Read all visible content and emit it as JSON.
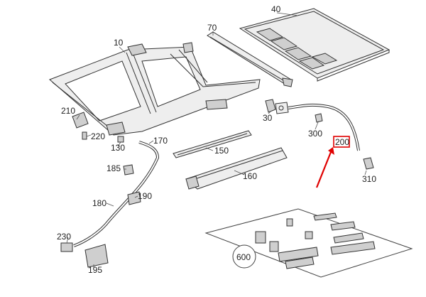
{
  "diagram": {
    "labels": {
      "p10": "10",
      "p30": "30",
      "p40": "40",
      "p70": "70",
      "p130": "130",
      "p150": "150",
      "p160": "160",
      "p170": "170",
      "p180": "180",
      "p185": "185",
      "p190": "190",
      "p195": "195",
      "p200": "200",
      "p210": "210",
      "p220": "220",
      "p230": "230",
      "p300": "300",
      "p310": "310",
      "p600": "600"
    },
    "highlight": {
      "part": "200",
      "box_color": "#e00000",
      "arrow_color": "#e00000"
    }
  }
}
